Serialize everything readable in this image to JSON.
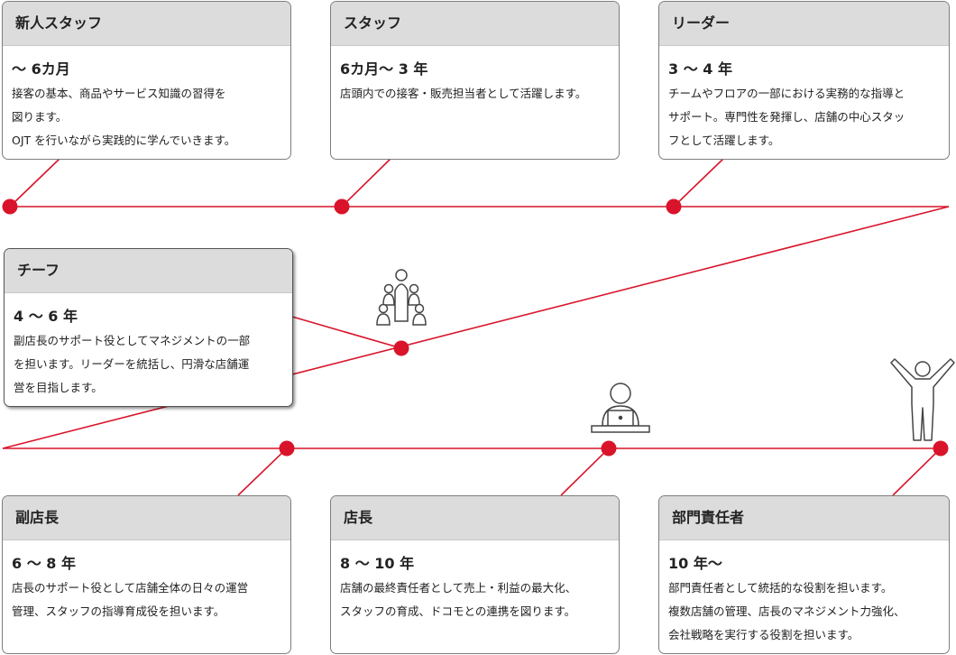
{
  "accent_color": "#d9142a",
  "stages": [
    {
      "title": "新人スタッフ",
      "period": "〜 6カ月",
      "desc": "接客の基本、商品やサービス知識の習得を\n図ります。\nOJT を行いながら実践的に学んでいきます。"
    },
    {
      "title": "スタッフ",
      "period": "6カ月〜 3 年",
      "desc": "店頭内での接客・販売担当者として活躍します。"
    },
    {
      "title": "リーダー",
      "period": "3 〜 4 年",
      "desc": "チームやフロアの一部における実務的な指導と\nサポート。専門性を発揮し、店舗の中心スタッ\nフとして活躍します。"
    },
    {
      "title": "チーフ",
      "period": "4 〜 6 年",
      "desc": "副店長のサポート役としてマネジメントの一部\nを担います。リーダーを統括し、円滑な店舗運\n営を目指します。"
    },
    {
      "title": "副店長",
      "period": "6 〜 8 年",
      "desc": "店長のサポート役として店舗全体の日々の運営\n管理、スタッフの指導育成役を担います。"
    },
    {
      "title": "店長",
      "period": "8 〜 10 年",
      "desc": "店舗の最終責任者として売上・利益の最大化、\nスタッフの育成、ドコモとの連携を図ります。"
    },
    {
      "title": "部門責任者",
      "period": "10 年〜",
      "desc": "部門責任者として統括的な役割を担います。\n複数店舗の管理、店長のマネジメント力強化、\n会社戦略を実行する役割を担います。"
    }
  ],
  "icons": [
    "team-meeting-icon",
    "laptop-worker-icon",
    "celebrating-person-icon"
  ]
}
